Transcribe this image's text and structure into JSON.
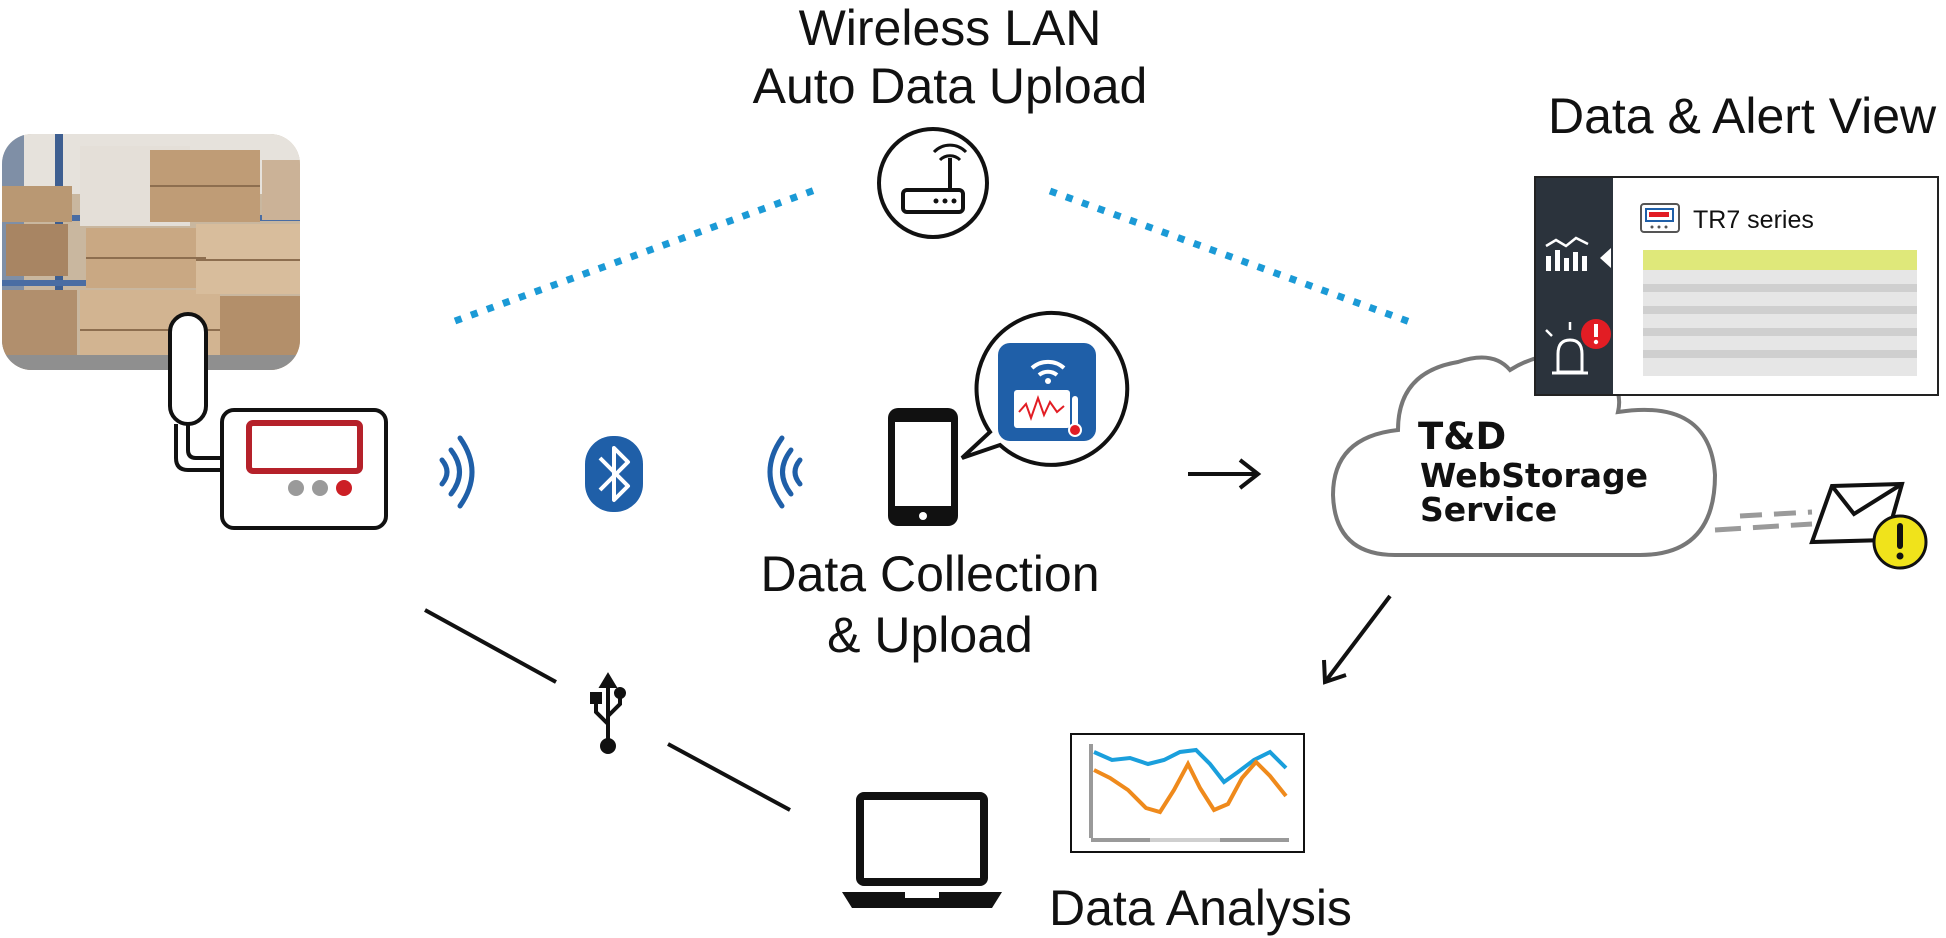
{
  "labels": {
    "wireless_line1": "Wireless LAN",
    "wireless_line2": "Auto Data Upload",
    "alert_view": "Data & Alert View",
    "collection_line1": "Data Collection",
    "collection_line2": "& Upload",
    "analysis": "Data Analysis",
    "cloud_line1": "T&D",
    "cloud_line2": "WebStorage",
    "cloud_line3": "Service",
    "panel_device": "TR7 series"
  },
  "icons": {
    "warehouse": "warehouse-photo",
    "logger": "data-logger-icon",
    "router": "wifi-router-icon",
    "bluetooth": "bluetooth-icon",
    "phone": "smartphone-icon",
    "app": "app-icon",
    "usb": "usb-icon",
    "laptop": "laptop-icon",
    "chart": "line-chart-icon",
    "cloud": "cloud-icon",
    "mail_alert": "mail-alert-icon",
    "alarm": "alarm-icon"
  },
  "colors": {
    "dotted_link": "#1b9ad6",
    "bluetooth_blue": "#1f5fa8",
    "logger_red": "#b5212a",
    "panel_dark": "#2b333c",
    "panel_highlight": "#dfe87a",
    "alert_yellow": "#f0e31b",
    "alert_red": "#e21d24",
    "series_blue": "#1a9fdc",
    "series_orange": "#ef8a1c"
  }
}
